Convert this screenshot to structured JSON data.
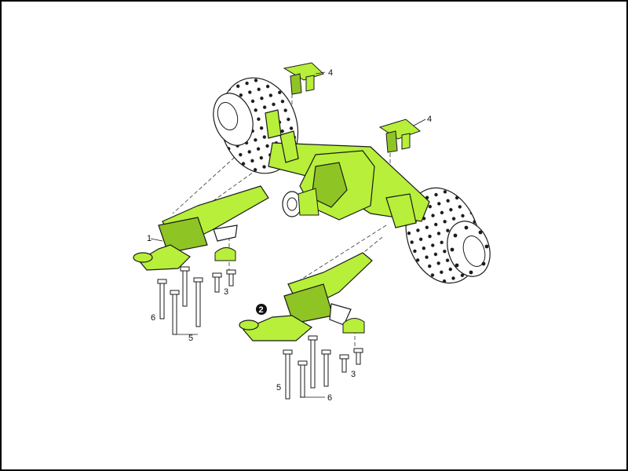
{
  "diagram": {
    "colors": {
      "part_fill": "#b7ef3a",
      "part_shadow": "#8fc425",
      "outline": "#1a1a1a",
      "background": "#ffffff",
      "frame": "#000000"
    },
    "callouts": {
      "c1": "1",
      "c2": "2",
      "c3a": "3",
      "c3b": "3",
      "c4a": "4",
      "c4b": "4",
      "c5a": "5",
      "c5b": "5",
      "c6a": "6",
      "c6b": "6"
    }
  }
}
